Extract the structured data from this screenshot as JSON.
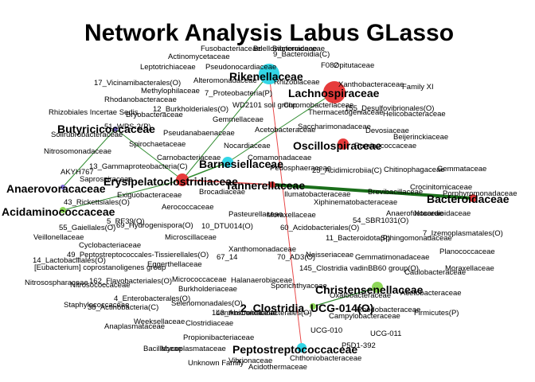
{
  "title": "Network Analysis Labus GLasso",
  "colors": {
    "red": "#e63b3b",
    "cyan": "#33d6e6",
    "green": "#8fd85a",
    "purple": "#7b6bd6",
    "edge_red": "#e84a4a",
    "edge_green": "#2e8b2e",
    "edge_darkgreen": "#1a6e1a"
  },
  "nodes": {
    "rikenellaceae": {
      "label": "Rikenellaceae",
      "color": "cyan"
    },
    "lachnospiraceae": {
      "label": "Lachnospiraceae",
      "color": "red"
    },
    "oscillospiraceae": {
      "label": "Oscillospiraceae",
      "color": "red"
    },
    "butyricicoccaceae": {
      "label": "Butyricicoccaceae",
      "color": "purple"
    },
    "barnesiellaceae": {
      "label": "Barnesiellaceae",
      "color": "cyan"
    },
    "erysipelatoclostridiaceae": {
      "label": "Erysipelatoclostridiaceae",
      "color": "red"
    },
    "tannerellaceae": {
      "label": "Tannerellaceae",
      "color": "red"
    },
    "bacteroidaceae": {
      "label": "Bacteroidaceae",
      "color": "red"
    },
    "anaerovoracaceae": {
      "label": "Anaerovoracaceae",
      "color": "purple"
    },
    "acidaminococcaceae": {
      "label": "Acidaminococcaceae",
      "color": "green"
    },
    "christensenellaceae": {
      "label": "Christensenellaceae",
      "color": "green"
    },
    "clostridia_ucg014": {
      "label": "2_Clostridia_UCG-014(O)",
      "color": "green"
    },
    "peptostreptococcaceae": {
      "label": "Peptostreptococcaceae",
      "color": "cyan"
    }
  },
  "labels": [
    "Fusobacteriaceae",
    "Bdellovibrionaceae",
    "Bacteroidaceae",
    "9_Bacteroidia(C)",
    "Actinomycetaceae",
    "F082",
    "Opitutaceae",
    "Leptotrichiaceae",
    "Pseudonocardiaceae",
    "17_Vicinamibacterales(O)",
    "Alteromonadaceae",
    "Rhizobiaceae",
    "Xanthobacteraceae",
    "Family XI",
    "Methylophilaceae",
    "Rhodanobacteraceae",
    "7_Proteobacteria(P)",
    "Rhizobiales Incertae Sedis",
    "Bryobacteraceae",
    "12_Burkholderiales(O)",
    "WD2101 soil group",
    "Chromobacteriaceae",
    "155_Desulfovibrionales(O)",
    "Thermacetogeniaceae",
    "Helicobacteraceae",
    "51_WPS-2(P)",
    "Gemmellaceae",
    "Acetobacteraceae",
    "Solirubrobacteraceae",
    "Pseudanabaenaceae",
    "Saccharimonadaceae",
    "Devosiaceae",
    "Beijerinckiaceae",
    "Spirochaetaceae",
    "Nocardiaceae",
    "Ruminococcaceae",
    "Nitrosomonadaceae",
    "Carnobacteriaceae",
    "Comamonadaceae",
    "AKYH767",
    "13_Gammaproteobacteria(C)",
    "Saprospiraceae",
    "Pedosphaeraceae",
    "25_Acidimicrobiia(C)",
    "Chitinophagaceae",
    "Gemmataceae",
    "Exiguobacteraceae",
    "Brocadiaceae",
    "Crocinitomicaceae",
    "Brevibacillaceae",
    "Porphyromonadaceae",
    "43_Rickettsiales(O)",
    "Ilumatobacteraceae",
    "Xiphinematobacteraceae",
    "5_RF39(O)",
    "Aerococcaceae",
    "55_Gaiellales(O)",
    "69_Hydrogenispora(O)",
    "10_DTU014(O)",
    "Pasteurellaceae",
    "Moraxellaceae",
    "54_SBR1031(O)",
    "Anaerofustaceae",
    "Nocardioidaceae",
    "Veillonellaceae",
    "Microscillaceae",
    "60_Acidobacteriales(O)",
    "11_Bacteroidota(P)",
    "Sphingomonadaceae",
    "7_Izemoplasmatales(O)",
    "Cyclobacteriaceae",
    "Xanthomonadaceae",
    "Planococcaceae",
    "49_Peptostreptococcales-Tissierellales(O)",
    "67_14",
    "70_AD3(O)",
    "Neisseriaceae",
    "Gemmatimonadaceae",
    "14_Lactobacillales(O)",
    "[Eubacterium] coprostanoligenes group",
    "Eggerthellaceae",
    "145_Clostridia vadinBB60 group(O)",
    "Caulobacteraceae",
    "Moraxellaceae",
    "Nitrosospharaceae",
    "162_Flavobacteriales(O)",
    "Micrococcaceae",
    "Halanaerobiaceae",
    "Burkholderiaceae",
    "Sporichthyaceae",
    "4_Enterobacterales(O)",
    "Oxalobacteraceae",
    "Acetobacteraceae",
    "Staphylococcaceae",
    "Selenomonadales(O)",
    "Anaplasmataceae",
    "Weeksellaceae",
    "Clostridiaceae",
    "Campylobacteraceae",
    "Firmicutes(P)",
    "Propionibacteriaceae",
    "Lentimicrobiaceae",
    "Bacillaceae",
    "Mycoplasmataceae",
    "Chthoniobacteraceae",
    "Unknown Family",
    "Vibrionaceae",
    "Acidothermaceae",
    "UCG-010",
    "UCG-011",
    "P5D1-392",
    "143_Absconditabacterales(O)",
    "Rhodobacteraceae",
    "Nitrosococcaceae",
    "38_Actinobacteria(C)"
  ]
}
